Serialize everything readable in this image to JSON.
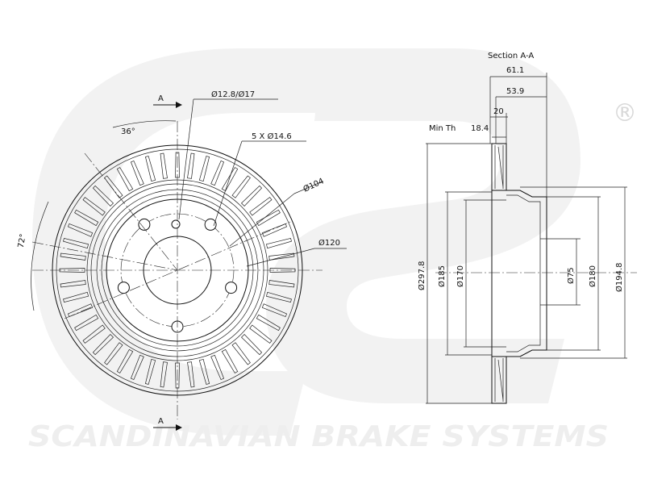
{
  "watermark": {
    "brand": "sbs",
    "registered": "®",
    "tagline": "SCANDINAVIAN BRAKE SYSTEMS"
  },
  "front_view": {
    "section_marker_top": "A",
    "section_marker_bottom": "A",
    "angle_36": "36°",
    "angle_72": "72°",
    "hole_dia": "Ø12.8/Ø17",
    "bolt_holes": "5 X Ø14.6",
    "pcd": "Ø104",
    "hub_dia": "Ø120"
  },
  "section_view": {
    "title": "Section A-A",
    "total_height": "61.1",
    "hat_height": "53.9",
    "thickness": "20",
    "min_th_label": "Min Th",
    "min_th_value": "18.4",
    "outer_dia": "Ø297.8",
    "d185": "Ø185",
    "d170": "Ø170",
    "d75": "Ø75",
    "d180": "Ø180",
    "d194": "Ø194.8"
  }
}
